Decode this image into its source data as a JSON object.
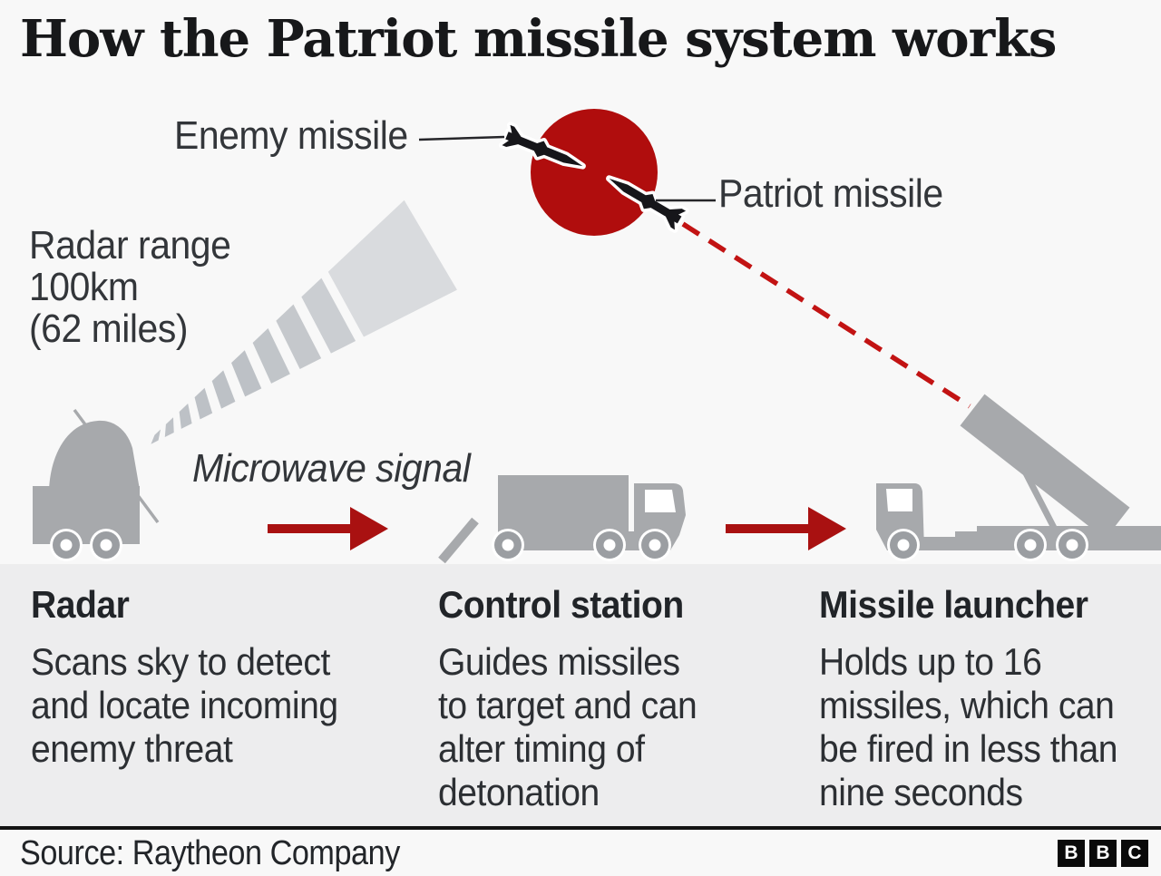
{
  "title": "How the Patriot missile system works",
  "annotations": {
    "enemy_missile": "Enemy missile",
    "patriot_missile": "Patriot missile",
    "radar_range": "Radar range\n100km\n(62 miles)",
    "microwave_signal": "Microwave signal"
  },
  "columns": [
    {
      "heading": "Radar",
      "body": "Scans sky to detect\nand locate incoming\nenemy threat"
    },
    {
      "heading": "Control station",
      "body": "Guides missiles\nto target and can\nalter timing of\ndetonation"
    },
    {
      "heading": "Missile launcher",
      "body": "Holds up to 16\nmissiles, which can\nbe fired in less than\nnine seconds"
    }
  ],
  "footer": {
    "source": "Source: Raytheon Company",
    "logo": [
      "B",
      "B",
      "C"
    ]
  },
  "colors": {
    "explosion_red": "#b00d0d",
    "arrow_red": "#a91111",
    "dash_red": "#c21313",
    "vehicle_gray": "#a7a9ac",
    "beam_gray": "#bdc1c6",
    "beam_light_gray": "#d9dbde",
    "caption_band_bg": "#ededee",
    "page_bg": "#f8f8f8"
  }
}
